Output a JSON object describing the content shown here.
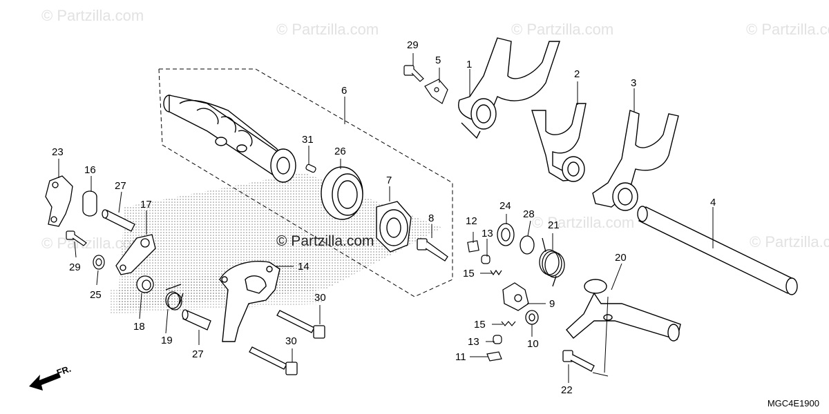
{
  "watermark": {
    "text": "© Partzilla.com",
    "center_text": "© Partzilla.com"
  },
  "diagram_code": "MGC4E1900",
  "direction_label": "FR.",
  "parts": [
    {
      "id": "1",
      "name": "shift-fork-1"
    },
    {
      "id": "2",
      "name": "shift-fork-2"
    },
    {
      "id": "3",
      "name": "shift-fork-3"
    },
    {
      "id": "4",
      "name": "fork-shaft"
    },
    {
      "id": "5",
      "name": "plate"
    },
    {
      "id": "6",
      "name": "shift-drum-assembly"
    },
    {
      "id": "7",
      "name": "drum-center"
    },
    {
      "id": "8",
      "name": "bolt"
    },
    {
      "id": "9",
      "name": "stopper-arm"
    },
    {
      "id": "10",
      "name": "collar"
    },
    {
      "id": "11",
      "name": "plate-small"
    },
    {
      "id": "12",
      "name": "ratchet-guide"
    },
    {
      "id": "13",
      "name": "pawl-plunger"
    },
    {
      "id": "14",
      "name": "guide-plate"
    },
    {
      "id": "15",
      "name": "spring"
    },
    {
      "id": "16",
      "name": "collar-16"
    },
    {
      "id": "17",
      "name": "arm"
    },
    {
      "id": "18",
      "name": "collar-18"
    },
    {
      "id": "19",
      "name": "return-spring"
    },
    {
      "id": "20",
      "name": "gearshift-spindle"
    },
    {
      "id": "21",
      "name": "return-spring-21"
    },
    {
      "id": "22",
      "name": "pin-bolt"
    },
    {
      "id": "23",
      "name": "plate-23"
    },
    {
      "id": "24",
      "name": "washer"
    },
    {
      "id": "25",
      "name": "washer-25"
    },
    {
      "id": "26",
      "name": "bearing"
    },
    {
      "id": "27",
      "name": "pin"
    },
    {
      "id": "28",
      "name": "circlip"
    },
    {
      "id": "29",
      "name": "bolt-29"
    },
    {
      "id": "30",
      "name": "bolt-30"
    },
    {
      "id": "31",
      "name": "dowel-pin"
    }
  ],
  "labels": [
    {
      "key": "l1",
      "text": "1"
    },
    {
      "key": "l2",
      "text": "2"
    },
    {
      "key": "l3",
      "text": "3"
    },
    {
      "key": "l4",
      "text": "4"
    },
    {
      "key": "l5",
      "text": "5"
    },
    {
      "key": "l6",
      "text": "6"
    },
    {
      "key": "l7",
      "text": "7"
    },
    {
      "key": "l8",
      "text": "8"
    },
    {
      "key": "l9",
      "text": "9"
    },
    {
      "key": "l10",
      "text": "10"
    },
    {
      "key": "l11",
      "text": "11"
    },
    {
      "key": "l12",
      "text": "12"
    },
    {
      "key": "l13a",
      "text": "13"
    },
    {
      "key": "l13b",
      "text": "13"
    },
    {
      "key": "l14",
      "text": "14"
    },
    {
      "key": "l15a",
      "text": "15"
    },
    {
      "key": "l15b",
      "text": "15"
    },
    {
      "key": "l16",
      "text": "16"
    },
    {
      "key": "l17",
      "text": "17"
    },
    {
      "key": "l18",
      "text": "18"
    },
    {
      "key": "l19",
      "text": "19"
    },
    {
      "key": "l20",
      "text": "20"
    },
    {
      "key": "l21",
      "text": "21"
    },
    {
      "key": "l22",
      "text": "22"
    },
    {
      "key": "l23",
      "text": "23"
    },
    {
      "key": "l24",
      "text": "24"
    },
    {
      "key": "l25",
      "text": "25"
    },
    {
      "key": "l26",
      "text": "26"
    },
    {
      "key": "l27a",
      "text": "27"
    },
    {
      "key": "l27b",
      "text": "27"
    },
    {
      "key": "l28",
      "text": "28"
    },
    {
      "key": "l29a",
      "text": "29"
    },
    {
      "key": "l29b",
      "text": "29"
    },
    {
      "key": "l30a",
      "text": "30"
    },
    {
      "key": "l30b",
      "text": "30"
    },
    {
      "key": "l31",
      "text": "31"
    }
  ]
}
